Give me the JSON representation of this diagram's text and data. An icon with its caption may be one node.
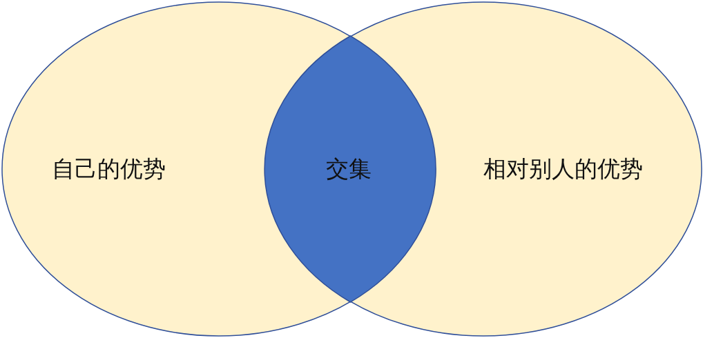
{
  "diagram": {
    "nodes": [
      {
        "text": [
          "自己的优势"
        ]
      },
      {
        "text": [
          "相对别人的优势"
        ]
      },
      {
        "text": [
          "交集"
        ]
      }
    ]
  }
}
